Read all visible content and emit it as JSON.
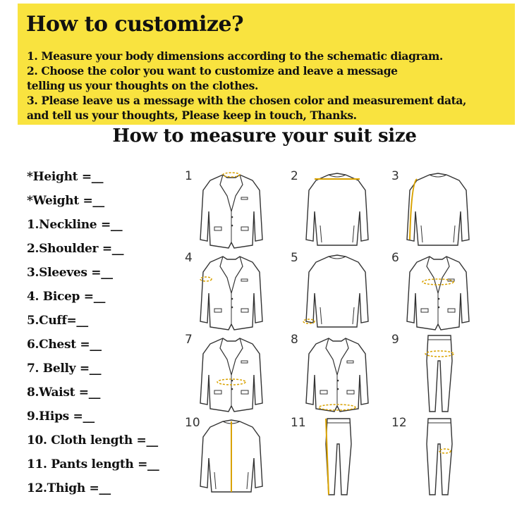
{
  "banner": {
    "title": "How to customize?",
    "steps": [
      "1. Measure your body dimensions according to the schematic diagram.",
      "2. Choose the color you want to customize and leave a message",
      "telling us your thoughts on the clothes.",
      "3. Please leave us a message with the chosen color and measurement data,",
      "and tell us your thoughts, Please keep in touch, Thanks."
    ]
  },
  "subtitle": "How to measure your suit size",
  "measurements": [
    " *Height =__",
    " *Weight =__",
    "1.Neckline =__",
    "2.Shoulder =__",
    "3.Sleeves =__",
    "4. Bicep =__",
    "5.Cuff=__",
    "6.Chest =__",
    "7. Belly =__",
    "8.Waist =__",
    "9.Hips =__",
    "10. Cloth length =__",
    "11. Pants length =__",
    "12.Thigh =__"
  ],
  "diagrams": [
    {
      "number": "1",
      "garment": "jacket-front",
      "mark": "neckline"
    },
    {
      "number": "2",
      "garment": "jacket-back",
      "mark": "shoulder"
    },
    {
      "number": "3",
      "garment": "jacket-back",
      "mark": "sleeve"
    },
    {
      "number": "4",
      "garment": "jacket-front",
      "mark": "bicep"
    },
    {
      "number": "5",
      "garment": "jacket-back",
      "mark": "cuff"
    },
    {
      "number": "6",
      "garment": "jacket-front",
      "mark": "chest"
    },
    {
      "number": "7",
      "garment": "jacket-front",
      "mark": "belly"
    },
    {
      "number": "8",
      "garment": "jacket-front",
      "mark": "waist"
    },
    {
      "number": "9",
      "garment": "pants",
      "mark": "hips"
    },
    {
      "number": "10",
      "garment": "jacket-back",
      "mark": "length"
    },
    {
      "number": "11",
      "garment": "pants",
      "mark": "pants-length"
    },
    {
      "number": "12",
      "garment": "pants",
      "mark": "thigh"
    }
  ],
  "colors": {
    "banner": "#f9e33f",
    "measure": "#d9a200"
  }
}
